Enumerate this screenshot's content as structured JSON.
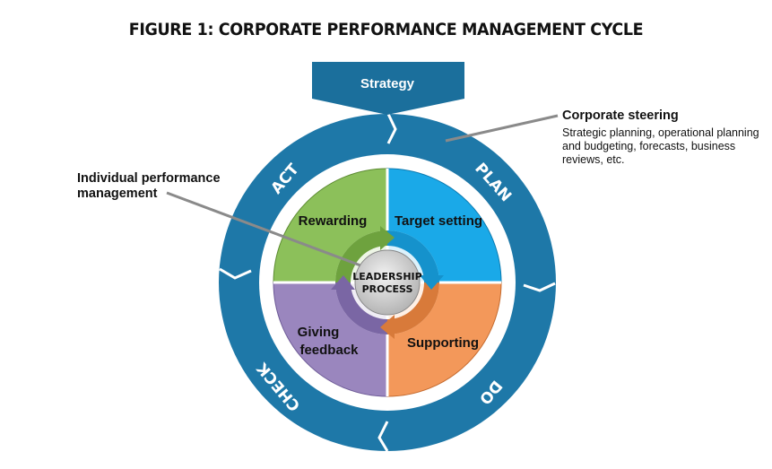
{
  "figure": {
    "title": "FIGURE 1: CORPORATE PERFORMANCE MANAGEMENT CYCLE",
    "strategy_label": "Strategy",
    "outer_ring_phases": [
      "ACT",
      "PLAN",
      "CHECK",
      "DO"
    ],
    "quadrants": {
      "rewarding": "Rewarding",
      "target_setting": "Target setting",
      "giving_feedback_line1": "Giving",
      "giving_feedback_line2": "feedback",
      "supporting": "Supporting"
    },
    "center": {
      "line1": "LEADERSHIP",
      "line2": "PROCESS"
    },
    "annotations": {
      "corporate_steering_title": "Corporate steering",
      "corporate_steering_desc": "Strategic planning, operational planning and budgeting, forecasts, business reviews, etc.",
      "individual_title": "Individual performance management"
    },
    "colors": {
      "ring": "#1e78a8",
      "ring_dark": "#0e5a86",
      "rewarding": "#8cc05a",
      "target_setting": "#1aa9e8",
      "giving_feedback": "#9a86be",
      "supporting": "#f3985a",
      "center": "#c8c8c8"
    }
  }
}
